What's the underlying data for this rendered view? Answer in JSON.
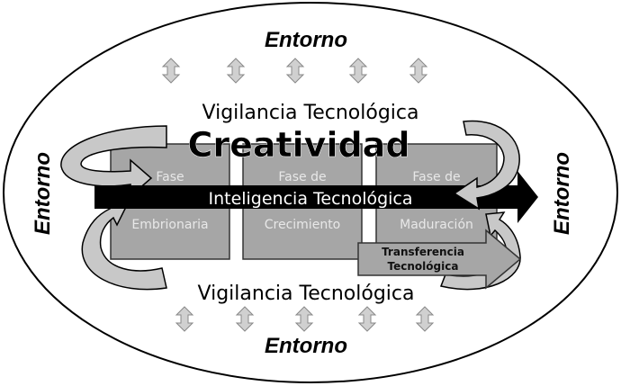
{
  "environment_label": "Entorno",
  "top_label": "Vigilancia Tecnológica",
  "bottom_label": "Vigilancia Tecnológica",
  "center_title": "Creatividad",
  "main_arrow_label": "Inteligencia Tecnológica",
  "phases": [
    {
      "line1": "Fase",
      "line2": "Embrionaria"
    },
    {
      "line1": "Fase de",
      "line2": "Crecimiento"
    },
    {
      "line1": "Fase de",
      "line2": "Maduración"
    }
  ],
  "transfer": {
    "line1": "Transferencia",
    "line2": "Tecnológica"
  },
  "colors": {
    "box": "#a6a6a6",
    "arrow_light": "#d0d0d0",
    "main_arrow": "#000000"
  }
}
